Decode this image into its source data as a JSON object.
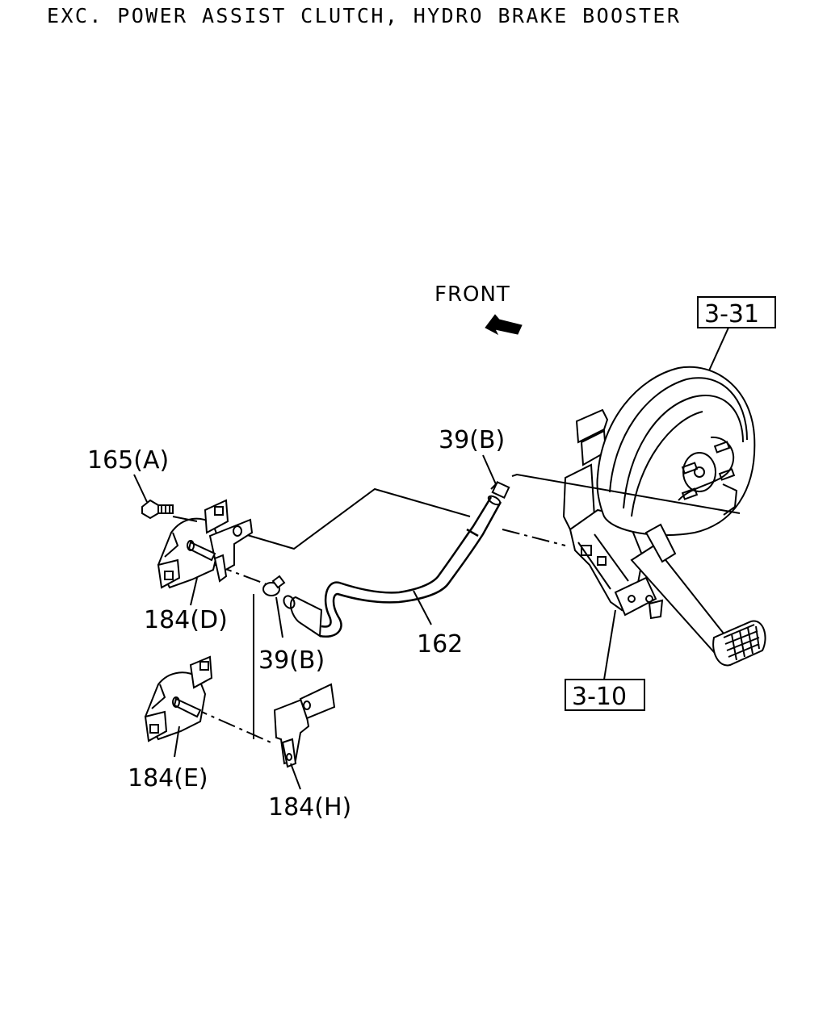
{
  "header": {
    "title": "EXC. POWER ASSIST CLUTCH, HYDRO BRAKE BOOSTER"
  },
  "orientation": {
    "front_label": "FRONT"
  },
  "refs": {
    "ref_3_31": "3-31",
    "ref_3_10": "3-10"
  },
  "callouts": {
    "c165a": "165(A)",
    "c39b_top": "39(B)",
    "c39b_mid": "39(B)",
    "c184d": "184(D)",
    "c162": "162",
    "c184e": "184(E)",
    "c184h": "184(H)"
  }
}
